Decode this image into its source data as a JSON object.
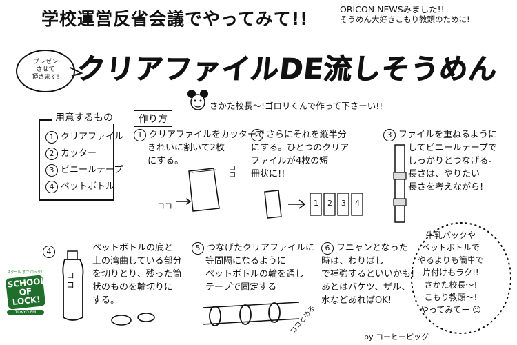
{
  "header": {
    "title": "学校運営反省会議でやってみて!!",
    "oricon_line1": "ORICON NEWSみました!!",
    "oricon_line2": "そうめん大好きこもり教頭のために!"
  },
  "main_title": "クリアファイルDE流しそうめん",
  "bubble": {
    "line1": "プレゼン",
    "line2": "させて",
    "line3": "頂きます!"
  },
  "principal_line": "さかた校長〜!ゴロリくんで作って下さーい!!",
  "materials": {
    "title": "用意するもの",
    "items": [
      {
        "num": "1",
        "label": "クリアファイル"
      },
      {
        "num": "2",
        "label": "カッター"
      },
      {
        "num": "3",
        "label": "ビニールテープ"
      },
      {
        "num": "4",
        "label": "ペットボトル"
      }
    ]
  },
  "method_label": "作り方",
  "steps": [
    {
      "num": "1",
      "lines": [
        "クリアファイルをカッターで",
        "きれいに割いて2枚",
        "にする。"
      ]
    },
    {
      "num": "2",
      "lines": [
        "さらにそれを縦半分",
        "にする。ひとつのクリア",
        "ファイルが4枚の短",
        "冊状に!!"
      ]
    },
    {
      "num": "3",
      "lines": [
        "ファイルを重ねるように",
        "してビニールテープで",
        "しっかりとつなげる。",
        "長さは、やりたい",
        "長さを考えながら!"
      ]
    },
    {
      "num": "4",
      "lines": [
        "ペットボトルの底と",
        "上の湾曲している部分",
        "を切りとり、残った筒",
        "状のものを輪切りに",
        "する。"
      ]
    },
    {
      "num": "5",
      "lines": [
        "つなげたクリアファイルに",
        "等間隔になるように",
        "ペットボトルの輪を通し",
        "テープで固定する"
      ]
    },
    {
      "num": "6",
      "lines": [
        "フニャンとなった",
        "時は、わりばし",
        "で補強するといいかも!",
        "あとはバケツ、ザル、",
        "水などあればOK!"
      ]
    }
  ],
  "labels": {
    "koko": "ココ",
    "koko_tomeru": "ココとめる",
    "bottle_koko": "ココ"
  },
  "strip_numbers": [
    "1",
    "2",
    "3",
    "4"
  ],
  "closing": [
    "牛乳パックや",
    "ペットボトルで",
    "やるよりも簡単で",
    "片付けもラク!!",
    "さかた校長〜!",
    "こもり教頭〜!",
    "やってみてー"
  ],
  "byline": "by コーヒーピッグ",
  "logo": {
    "top": "スクール オブ ロック!",
    "main": "SCHOOL OF LOCK!",
    "bottom": "TOKYO FM"
  }
}
